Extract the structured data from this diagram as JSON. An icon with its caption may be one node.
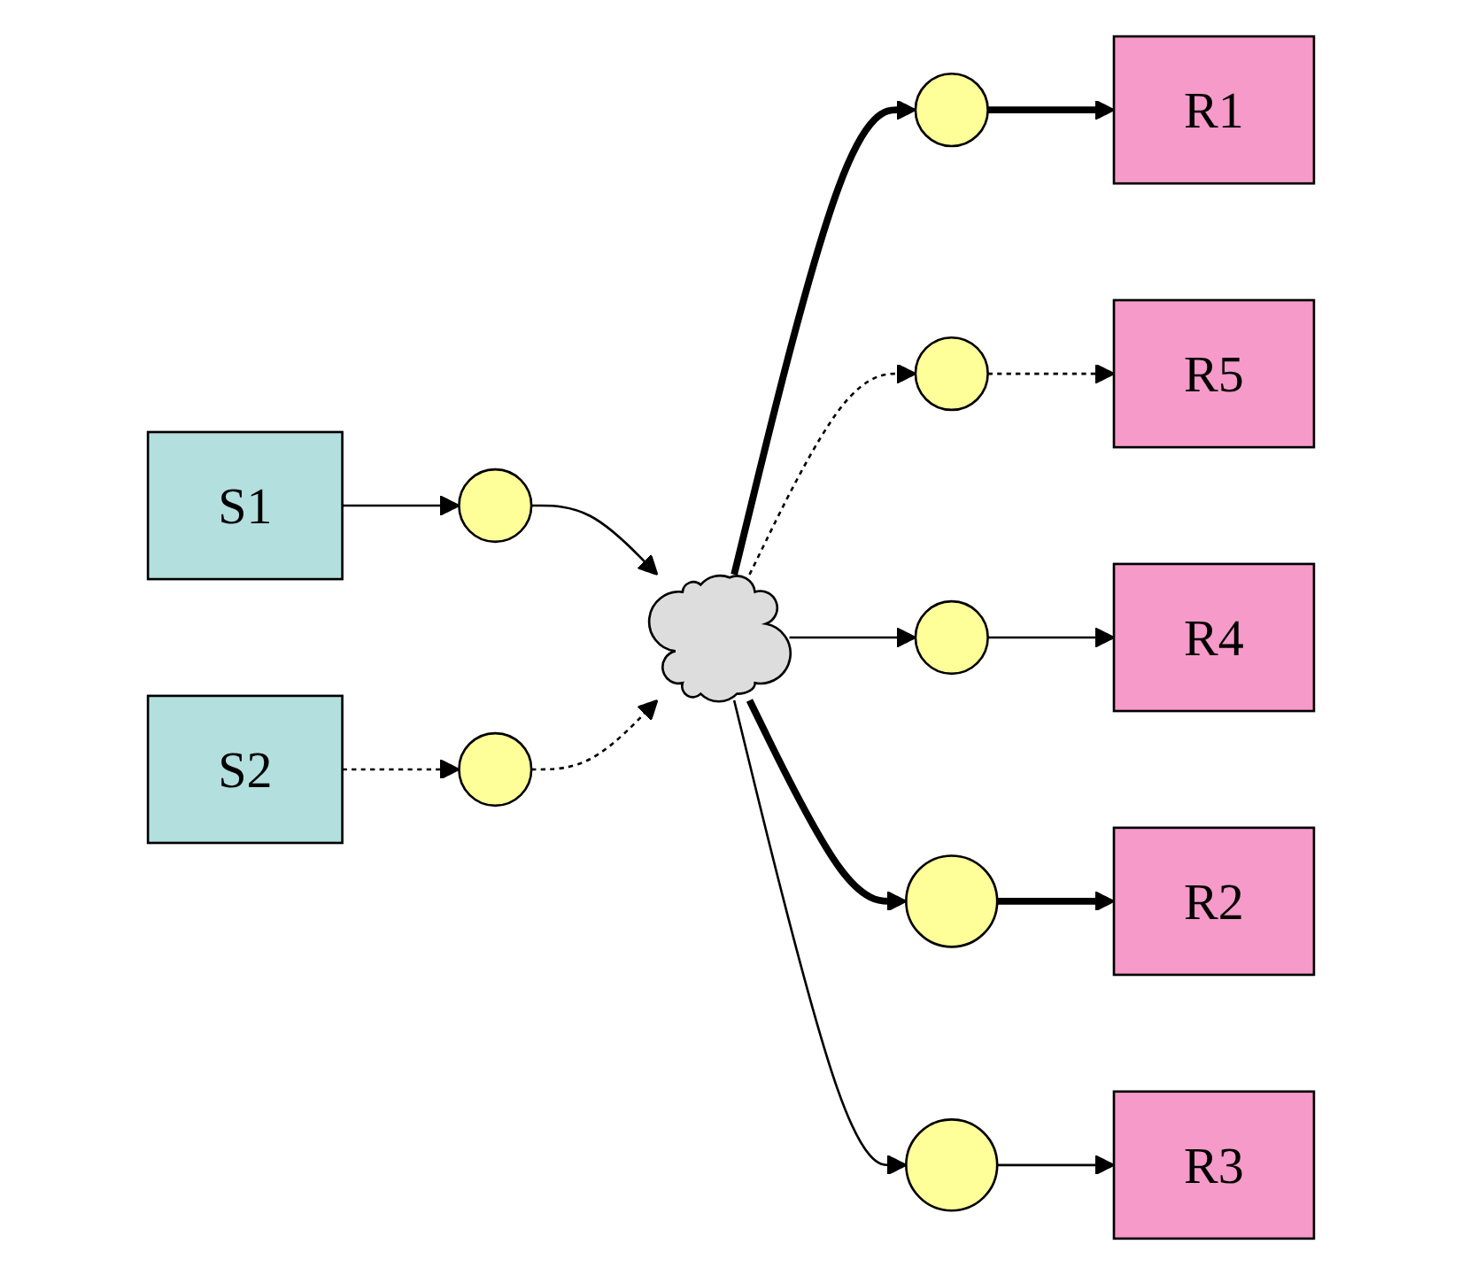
{
  "diagram": {
    "nodes": [
      {
        "text": [
          "S1"
        ]
      },
      {
        "text": [
          "R5"
        ]
      },
      {
        "text": [],
        "shape": "circle"
      },
      {
        "text": [],
        "shape": "circle"
      },
      {
        "text": [
          "R1"
        ]
      },
      {
        "text": [
          "R4"
        ]
      },
      {
        "text": [],
        "shape": "circle"
      },
      {
        "text": [],
        "shape": "circle"
      },
      {
        "text": [],
        "shape": "cloud"
      },
      {
        "text": [],
        "shape": "circle"
      },
      {
        "text": [],
        "shape": "circle"
      },
      {
        "text": [
          "S2"
        ]
      },
      {
        "text": [],
        "shape": "circle"
      },
      {
        "text": [
          "R2"
        ]
      },
      {
        "text": [
          "R3"
        ]
      }
    ],
    "edges": [
      {
        "from": 0,
        "to": 2,
        "arrow": "to"
      },
      {
        "from": 2,
        "to": 8,
        "arrow": "to"
      },
      {
        "from": 11,
        "to": 9,
        "arrow": "to",
        "style": "dashed"
      },
      {
        "from": 9,
        "to": 8,
        "arrow": "to",
        "style": "dashed"
      },
      {
        "from": 8,
        "to": 6,
        "arrow": "to",
        "style": "thick"
      },
      {
        "from": 6,
        "to": 4,
        "arrow": "to",
        "style": "thick"
      },
      {
        "from": 8,
        "to": 3,
        "arrow": "to",
        "style": "dashed"
      },
      {
        "from": 3,
        "to": 1,
        "arrow": "to",
        "style": "dashed"
      },
      {
        "from": 8,
        "to": 7,
        "arrow": "to"
      },
      {
        "from": 7,
        "to": 5,
        "arrow": "to"
      },
      {
        "from": 8,
        "to": 12,
        "arrow": "to",
        "style": "thick"
      },
      {
        "from": 12,
        "to": 13,
        "arrow": "to",
        "style": "thick"
      },
      {
        "from": 8,
        "to": 10,
        "arrow": "to"
      },
      {
        "from": 10,
        "to": 14,
        "arrow": "to"
      }
    ]
  }
}
